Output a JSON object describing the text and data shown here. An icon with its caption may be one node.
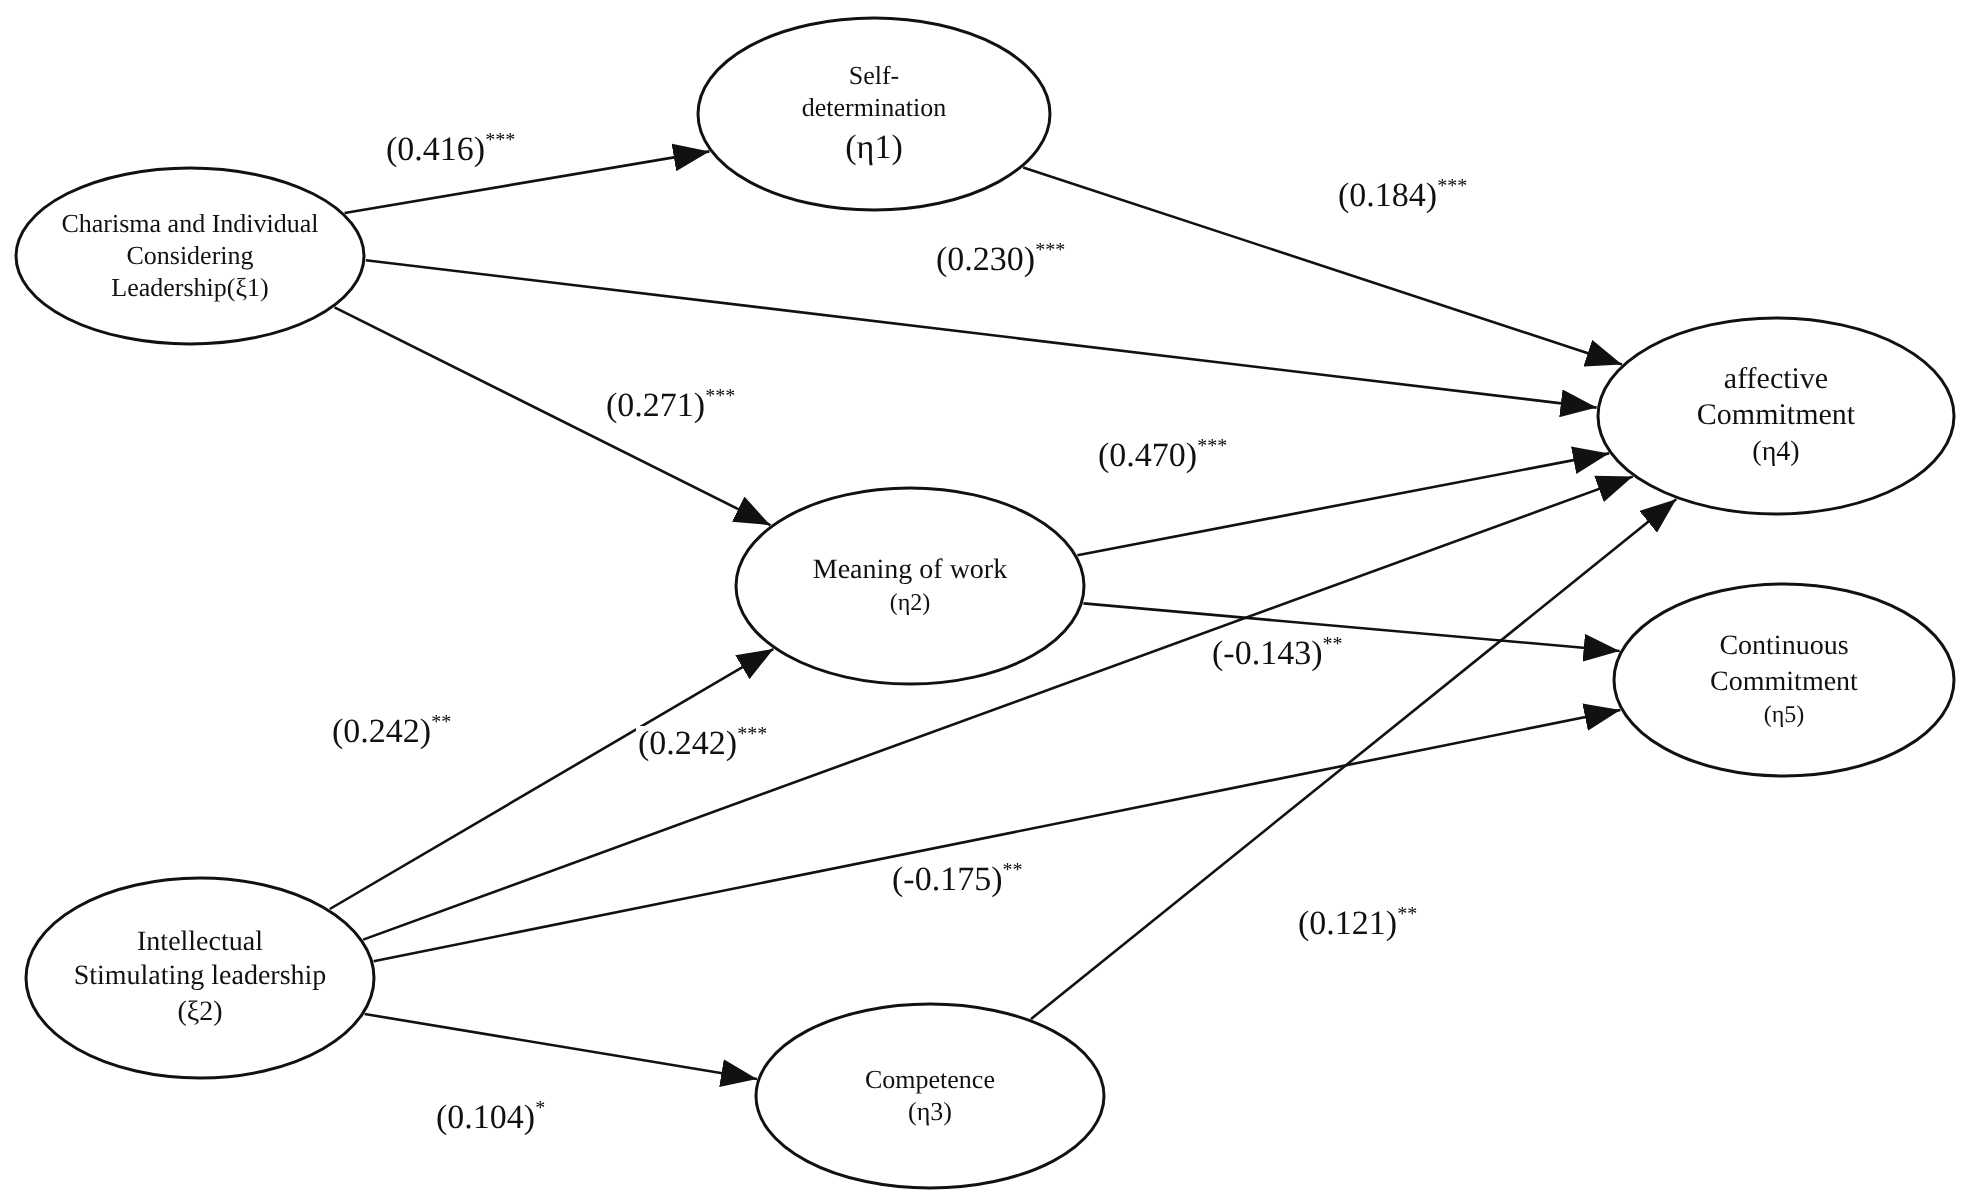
{
  "diagram": {
    "nodes": [
      {
        "text": [
          "Charisma and Individual Considering Leadership(ξ1)"
        ]
      },
      {
        "text": [
          "Self-determination",
          "(η1)"
        ]
      },
      {
        "text": [
          "Meaning of work",
          "(η2)"
        ]
      },
      {
        "text": [
          "Competence",
          "(η3)"
        ]
      },
      {
        "text": [
          "Intellectual Stimulating leadership (ξ2)"
        ]
      },
      {
        "text": [
          "affective Commitment",
          "(η4)"
        ]
      },
      {
        "text": [
          "Continuous Commitment",
          "(η5)"
        ]
      }
    ],
    "edges": [
      {
        "from": 0,
        "to": 1,
        "arrow": "to",
        "label": "(0.416)$^{***}$"
      },
      {
        "from": 0,
        "to": 5,
        "arrow": "to",
        "label": "(0.230)$^{***}$"
      },
      {
        "from": 0,
        "to": 2,
        "arrow": "to",
        "label": "(0.271)$^{***}$"
      },
      {
        "from": 1,
        "to": 5,
        "arrow": "to",
        "label": "(0.184)$^{***}$"
      },
      {
        "from": 2,
        "to": 5,
        "arrow": "to",
        "label": "(0.470)$^{***}$"
      },
      {
        "from": 2,
        "to": 6,
        "arrow": "to",
        "label": "(-0.143)$^{**}$"
      },
      {
        "from": 4,
        "to": 2,
        "arrow": "to",
        "label": "(0.242)$^{**}$"
      },
      {
        "from": 4,
        "to": 5,
        "arrow": "to",
        "label": "(0.242)$^{***}$"
      },
      {
        "from": 4,
        "to": 6,
        "arrow": "to",
        "label": "(-0.175)$^{**}$"
      },
      {
        "from": 4,
        "to": 3,
        "arrow": "to",
        "label": "(0.104)$^{*}$"
      },
      {
        "from": 3,
        "to": 5,
        "arrow": "to",
        "label": "(0.121)$^{**}$"
      }
    ]
  }
}
